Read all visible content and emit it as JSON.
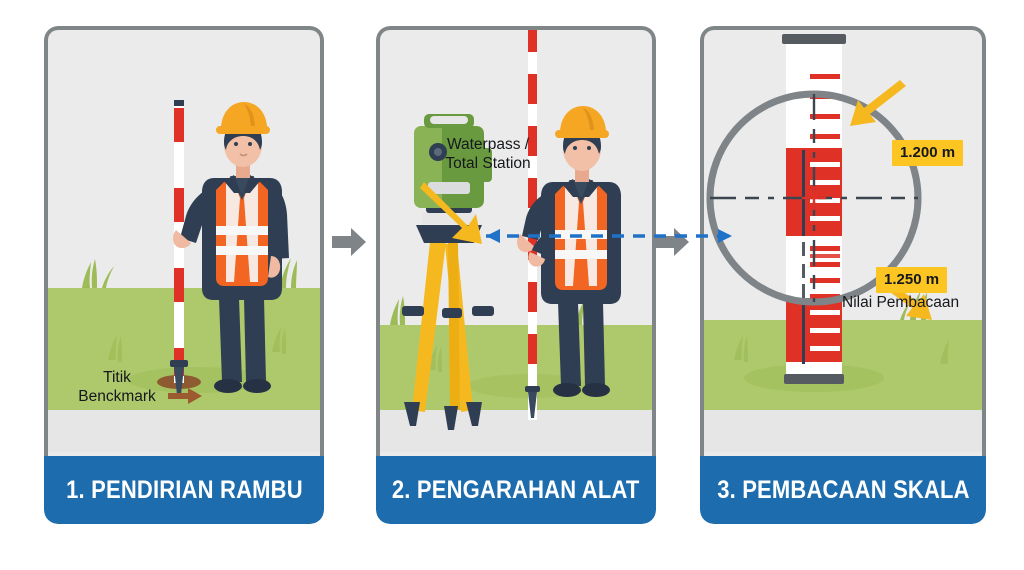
{
  "panels": [
    {
      "id": "pendirian-rambu",
      "banner": "1. PENDIRIAN RAMBU",
      "annotations": [
        {
          "name": "titik-benchmark-label",
          "text": "Titik\nBenckmark"
        }
      ]
    },
    {
      "id": "pengarahan-alat",
      "banner": "2. PENGARAHAN ALAT",
      "annotations": [
        {
          "name": "waterpass-total-station-label",
          "text": "Waterpass /\nTotal Station"
        }
      ]
    },
    {
      "id": "pembacaan-skala",
      "banner": "3. PEMBACAAN SKALA",
      "annotations": [
        {
          "name": "reading-upper-tag",
          "text": "1.200 m"
        },
        {
          "name": "reading-lower-tag",
          "text": "1.250 m"
        },
        {
          "name": "nilai-pembacaan-label",
          "text": "Nilai Pembacaan"
        }
      ]
    }
  ],
  "colors": {
    "banner_blue": "#1d6cad",
    "panel_bg": "#ebebeb",
    "panel_border": "#808588",
    "ground_green": "#aec96b",
    "ground_lower": "#e6e6e6",
    "rod_red": "#e03127",
    "tag_yellow": "#fcc521",
    "sightline_blue": "#1f72c8",
    "connector_gray": "#7f8488",
    "vest_orange": "#f26522",
    "helmet_orange": "#f5a623",
    "trousers_navy": "#2f3e52",
    "instrument_green": "#6a9a3f",
    "tripod_yellow": "#f5b91f",
    "benchmark_arrow_brown": "#9c5a30"
  },
  "labels": {
    "connector_arrow_1": "arrow-panel1-to-panel2",
    "connector_arrow_2": "arrow-panel2-to-panel3",
    "sight_line": "line-of-sight"
  }
}
